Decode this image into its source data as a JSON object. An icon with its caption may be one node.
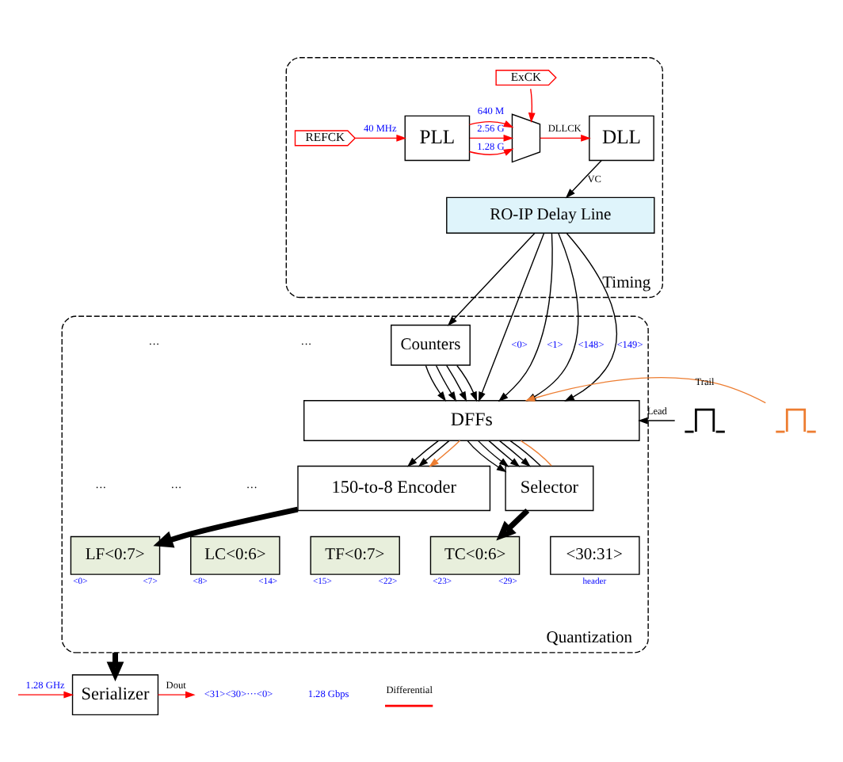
{
  "diagram": {
    "nodes": [
      {
        "text": [
          "Timing"
        ]
      },
      {
        "text": [
          "ExCK"
        ],
        "in": 0
      },
      {
        "text": [
          "REFCK"
        ],
        "in": 0
      },
      {
        "text": [
          "PLL"
        ],
        "in": 0
      },
      {
        "text": [],
        "shape": "trapezoid",
        "in": 0
      },
      {
        "text": [
          "DLL"
        ],
        "in": 0
      },
      {
        "text": [
          "RO-IP Delay Line"
        ],
        "in": 0
      },
      {
        "text": [
          "Quantization"
        ]
      },
      {
        "text": [
          "Counters"
        ],
        "in": 7
      },
      {
        "text": [
          "DFFs"
        ],
        "in": 7
      },
      {
        "text": [
          "150-to-8 Encoder"
        ],
        "in": 7
      },
      {
        "text": [
          "Selector"
        ],
        "in": 7
      },
      {
        "text": [
          "LF<0:7>"
        ],
        "beside": [
          "<0>",
          "<7>"
        ],
        "in": 7
      },
      {
        "text": [
          "LC<0:6>"
        ],
        "beside": [
          "<8>",
          "<14>"
        ],
        "in": 7
      },
      {
        "text": [
          "TF<0:7>"
        ],
        "beside": [
          "<15>",
          "<22>"
        ],
        "in": 7
      },
      {
        "text": [
          "TC<0:6>"
        ],
        "beside": [
          "<23>",
          "<29>"
        ],
        "in": 7
      },
      {
        "text": [
          "<30:31>"
        ],
        "beside": [
          "header"
        ],
        "in": 7
      },
      {
        "text": [],
        "shape": "picture"
      },
      {
        "text": [],
        "shape": "picture"
      },
      {
        "text": [
          "Serializer"
        ]
      },
      {
        "text": [
          "<31><30>···<0>"
        ]
      }
    ],
    "edges": [
      {
        "from": 2,
        "to": 3,
        "arrow": "to",
        "label": "40 MHz",
        "color": "#ff0000"
      },
      {
        "from": 1,
        "to": 4,
        "arrow": "to",
        "color": "#ff0000"
      },
      {
        "from": 3,
        "to": 4,
        "arrow": "to",
        "label": "2.56 G",
        "color": "#ff0000"
      },
      {
        "from": 3,
        "to": 4,
        "arrow": "to",
        "label": "1.28 G",
        "color": "#ff0000"
      },
      {
        "from": 3,
        "to": 4,
        "arrow": "to",
        "label": "640 M",
        "color": "#ff0000"
      },
      {
        "from": 4,
        "to": 5,
        "arrow": "to",
        "label": "DLLCK",
        "color": "#ff0000"
      },
      {
        "from": 5,
        "to": 6,
        "arrow": "to",
        "label": "VC"
      },
      {
        "from": 6,
        "to": 9,
        "arrow": "to",
        "label": "<0>"
      },
      {
        "from": 6,
        "to": 9,
        "arrow": "to",
        "label": "<1>"
      },
      {
        "from": 6,
        "to": 9,
        "arrow": "to",
        "label": "<148>"
      },
      {
        "from": 6,
        "to": 9,
        "arrow": "to",
        "label": "<149>"
      },
      {
        "from": 6,
        "to": 8,
        "arrow": "to"
      },
      {
        "from": 8,
        "to": 9,
        "arrow": "to"
      },
      {
        "from": 8,
        "to": 9,
        "arrow": "to"
      },
      {
        "from": 8,
        "to": 9,
        "arrow": "to"
      },
      {
        "from": 8,
        "to": 9,
        "arrow": "to"
      },
      {
        "from": 17,
        "to": 9,
        "arrow": "to",
        "label": "Lead"
      },
      {
        "from": 18,
        "to": 9,
        "arrow": "to",
        "label": "Trail",
        "color": "#ed7d31"
      },
      {
        "from": 9,
        "to": 10,
        "arrow": "to"
      },
      {
        "from": 9,
        "to": 10,
        "arrow": "to"
      },
      {
        "from": 9,
        "to": 10,
        "arrow": "to",
        "color": "#ed7d31"
      },
      {
        "from": 9,
        "to": 11,
        "arrow": "to"
      },
      {
        "from": 9,
        "to": 11,
        "arrow": "to"
      },
      {
        "from": 9,
        "to": 11,
        "arrow": "to"
      },
      {
        "from": 9,
        "to": 11,
        "arrow": "to"
      },
      {
        "from": 9,
        "to": 11,
        "arrow": "none"
      },
      {
        "from": 9,
        "to": 11,
        "arrow": "none",
        "color": "#ed7d31"
      },
      {
        "from": 10,
        "to": 12,
        "arrow": "to",
        "style": "thick"
      },
      {
        "from": 11,
        "to": 15,
        "arrow": "to",
        "style": "thick"
      },
      {
        "from": 7,
        "to": 19,
        "arrow": "to",
        "style": "thick"
      },
      {
        "from": null,
        "to": 19,
        "arrow": "to",
        "label": "1.28 GHz",
        "color": "#ff0000"
      },
      {
        "from": 19,
        "to": 20,
        "arrow": "to",
        "label": "Dout",
        "color": "#ff0000"
      }
    ],
    "labels": [
      "···",
      "···",
      "···",
      "···",
      "···",
      "1.28 Gbps"
    ],
    "legend": [
      {
        "text": "Differential"
      }
    ]
  }
}
